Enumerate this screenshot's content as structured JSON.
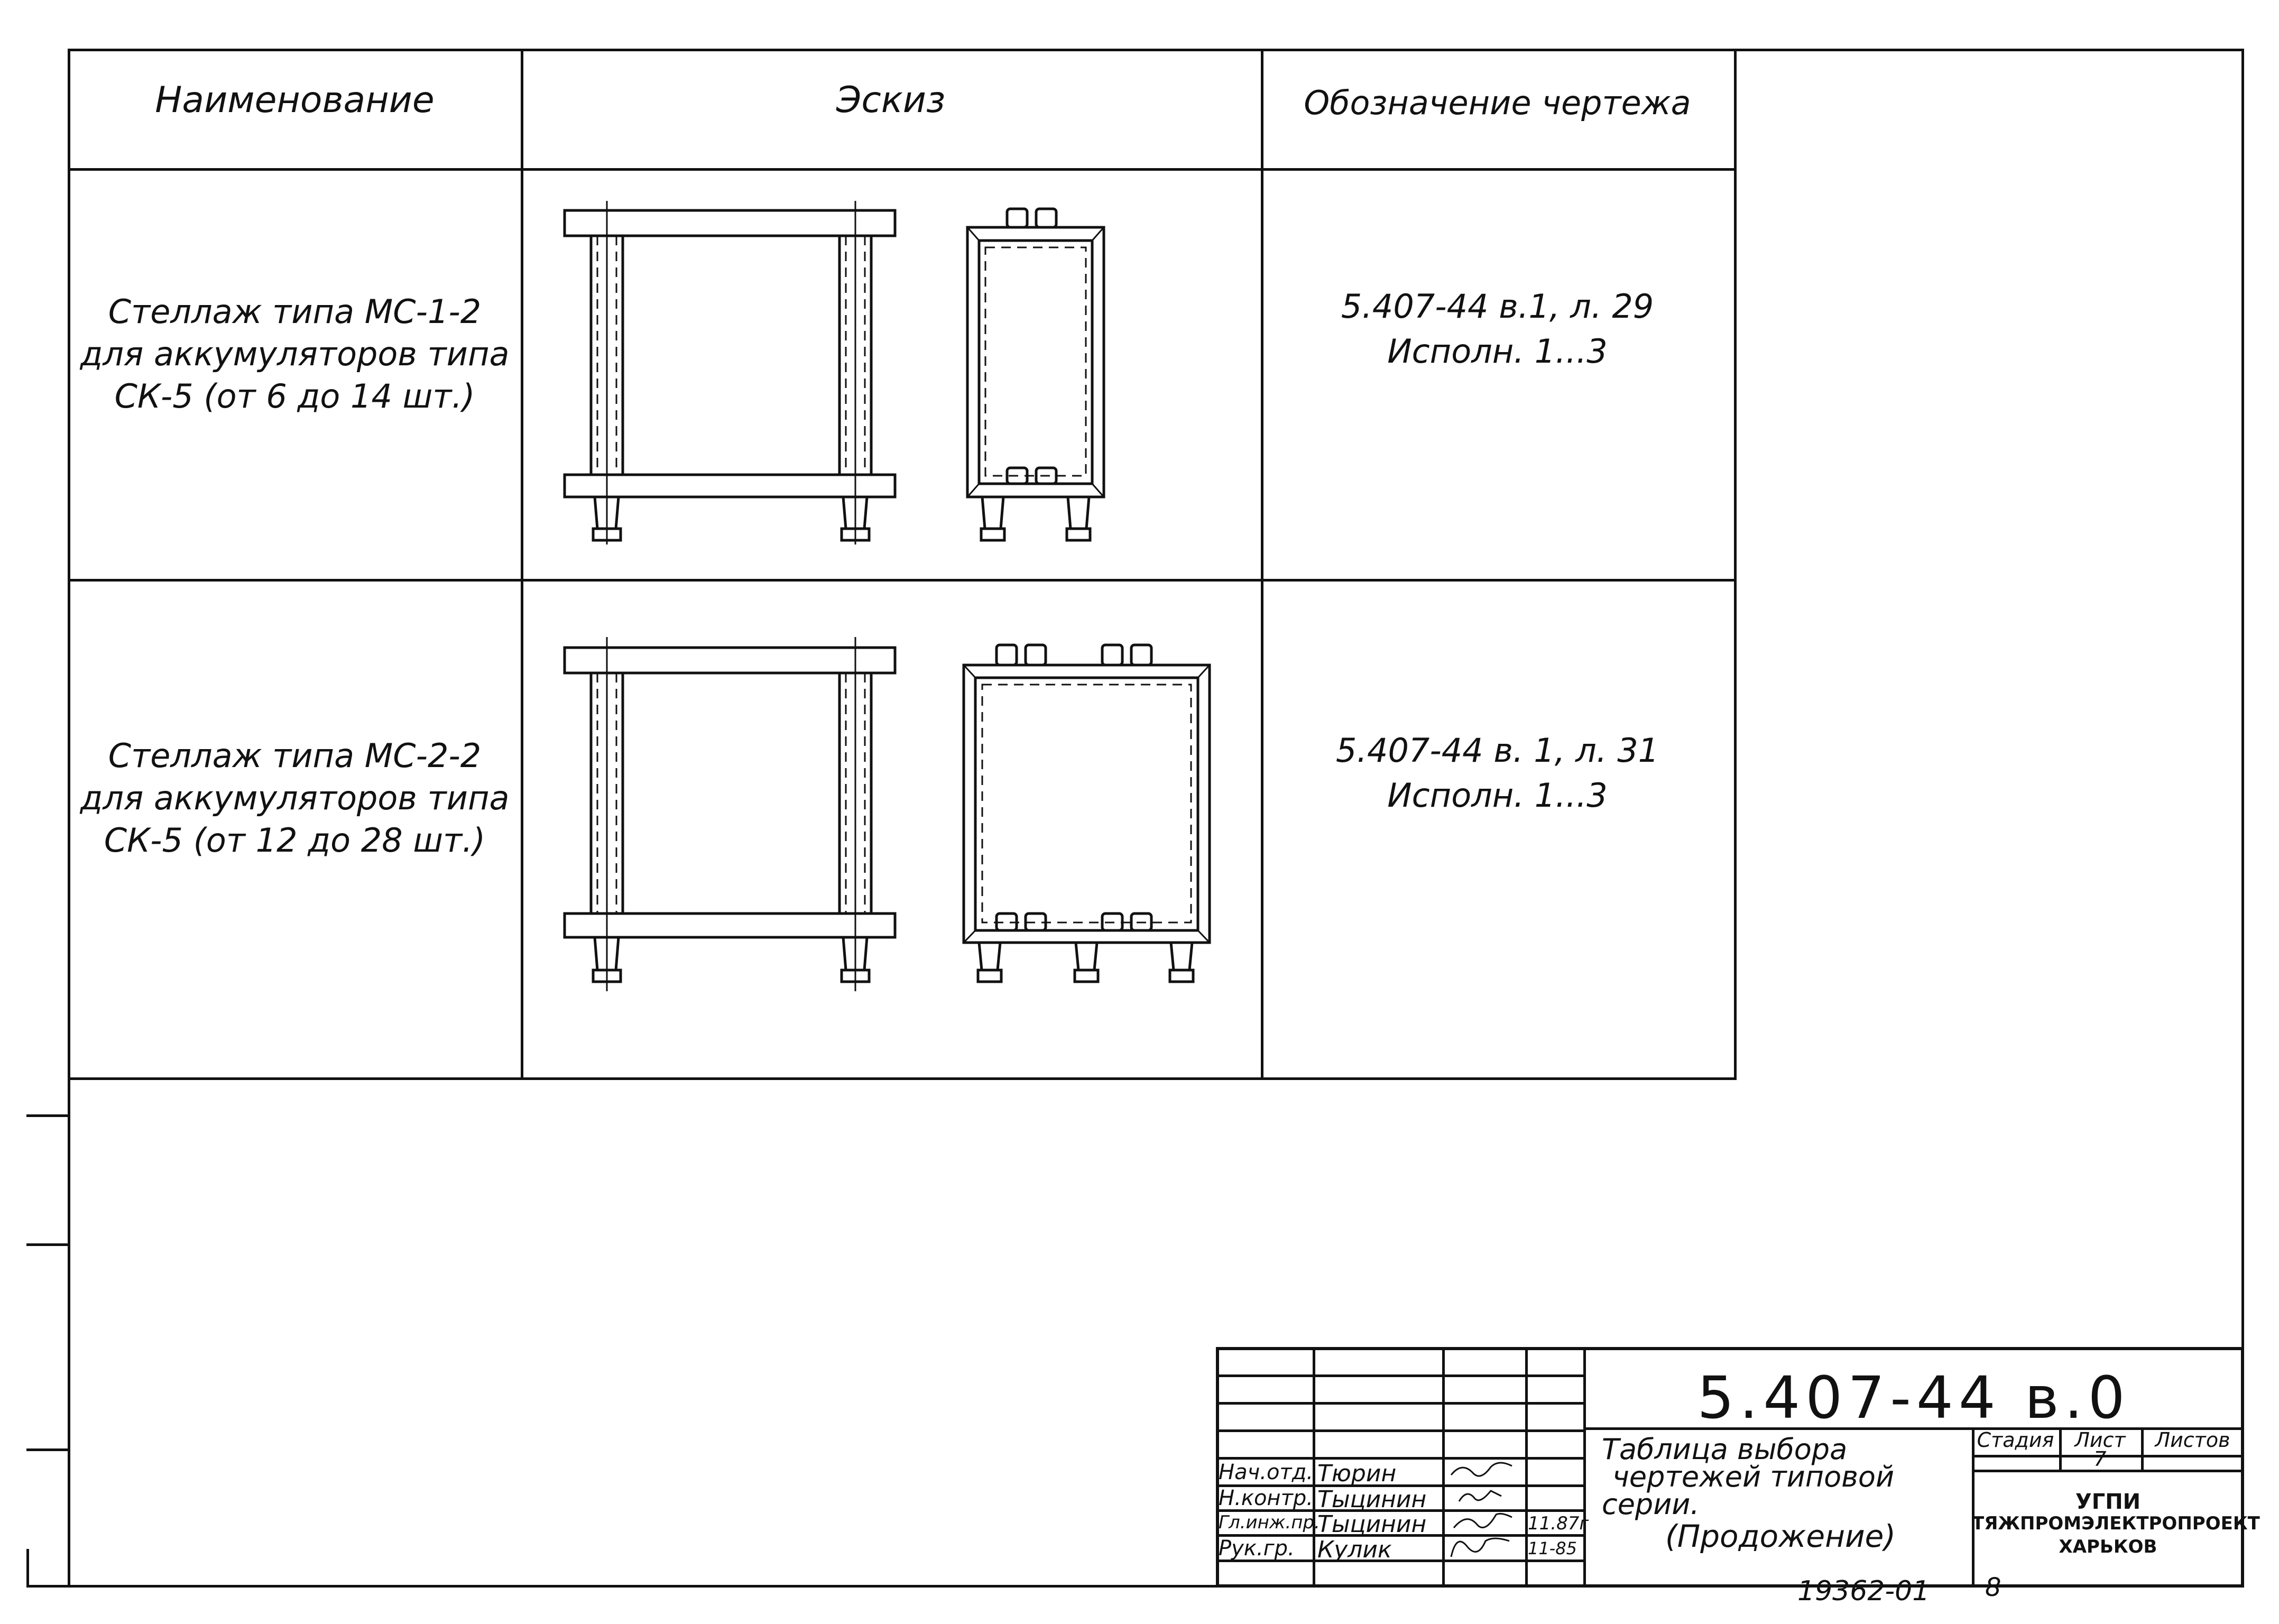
{
  "table": {
    "headers": {
      "name": "Наименование",
      "sketch": "Эскиз",
      "designation": "Обозначение чертежа"
    },
    "rows": [
      {
        "name_lines": [
          "Стеллаж типа МС-1-2",
          "для аккумуляторов типа",
          "СК-5 (от 6 до 14 шт.)"
        ],
        "designation_line1": "5.407-44   в.1, л. 29",
        "designation_line2": "Исполн. 1...3"
      },
      {
        "name_lines": [
          "Стеллаж типа  МС-2-2",
          "для аккумуляторов типа",
          "СК-5 (от 12 до 28 шт.)"
        ],
        "designation_line1": "5.407-44  в. 1, л. 31",
        "designation_line2": "Исполн. 1...3"
      }
    ]
  },
  "title_block": {
    "code": "5.407-44 в.0",
    "title_lines": [
      "Таблица выбора",
      "чертежей типовой",
      "серии.",
      "(Продожение)"
    ],
    "stage_label": "Стадия",
    "sheet_label": "Лист",
    "sheets_label": "Листов",
    "sheet_value": "7",
    "org_lines": [
      "УГПИ",
      "ТЯЖПРОМЭЛЕКТРОПРОЕКТ",
      "ХАРЬКОВ"
    ],
    "staff": [
      {
        "role": "Нач.отд.",
        "name": "Тюрин",
        "date": ""
      },
      {
        "role": "Н.контр.",
        "name": "Тыцинин",
        "date": ""
      },
      {
        "role": "Гл.инж.пр.",
        "name": "Тыцинин",
        "date": "11.87г"
      },
      {
        "role": "Рук.гр.",
        "name": "Кулик",
        "date": "11-85"
      }
    ]
  },
  "footer": {
    "inventory": "19362-01",
    "page": "8"
  }
}
